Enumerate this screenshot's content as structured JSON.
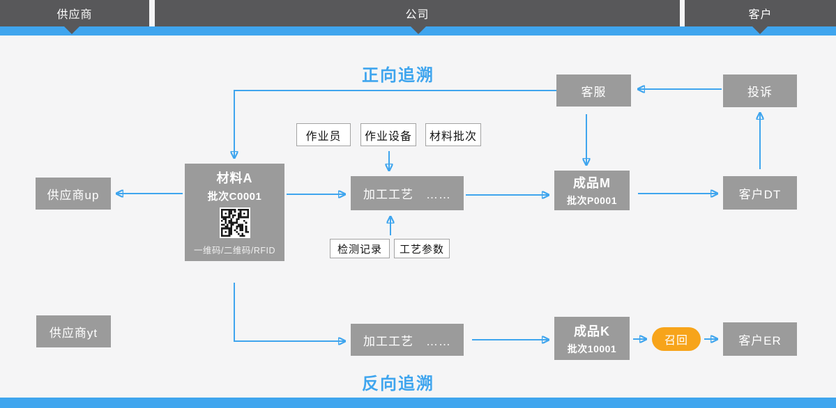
{
  "header": {
    "sections": [
      {
        "label": "供应商"
      },
      {
        "label": "公司"
      },
      {
        "label": "客户"
      }
    ]
  },
  "titles": {
    "forward": "正向追溯",
    "backward": "反向追溯"
  },
  "colors": {
    "accent_blue": "#3fa5ee",
    "header_gray": "#58585a",
    "node_gray": "#9b9b9b",
    "recall_orange": "#f7a41a",
    "background": "#f5f5f6"
  },
  "icons": {
    "qr": "qr-code"
  },
  "nodes": {
    "customer_service": {
      "label": "客服"
    },
    "complaint": {
      "label": "投诉"
    },
    "operator": {
      "label": "作业员"
    },
    "equipment": {
      "label": "作业设备"
    },
    "material_batch": {
      "label": "材料批次"
    },
    "material_a": {
      "title": "材料A",
      "subtitle": "批次C0001",
      "caption": "一维码/二维码/RFID"
    },
    "supplier_up": {
      "label": "供应商up"
    },
    "process_1": {
      "label": "加工工艺　……"
    },
    "product_m": {
      "title": "成品M",
      "subtitle": "批次P0001"
    },
    "customer_dt": {
      "label": "客户DT"
    },
    "inspection_record": {
      "label": "检测记录"
    },
    "process_params": {
      "label": "工艺参数"
    },
    "supplier_yt": {
      "label": "供应商yt"
    },
    "process_2": {
      "label": "加工工艺　……"
    },
    "product_k": {
      "title": "成品K",
      "subtitle": "批次10001"
    },
    "recall": {
      "label": "召回"
    },
    "customer_er": {
      "label": "客户ER"
    }
  }
}
